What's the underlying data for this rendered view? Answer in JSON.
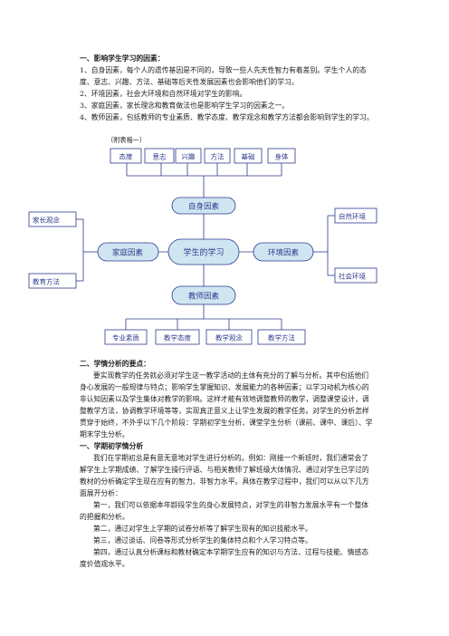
{
  "section1": {
    "heading": "一、影响学生学习的因素：",
    "items": [
      "1、自身因素，每个人的遗传基因是不同的，导致一些人先天性智力有着差别。学生个人的态度、意志、兴趣、方法、基础等后天性发展因素也会影响他们的学习。",
      "2、环境因素，社会大环境和自然环境对学生的影响。",
      "3、家庭因素，家长理念和教育做法也是影响学生学习的因素之一。",
      "4、教师因素，包括教师的专业素质、教学态度、教学观念和教学方法都会影响到学生的学习。"
    ],
    "attachment_note": "（附表格一）"
  },
  "diagram": {
    "top_row": [
      "态度",
      "意志",
      "兴趣",
      "方法",
      "基础",
      "身体"
    ],
    "self_factor": "自身因素",
    "center": "学生的学习",
    "family_factor": "家庭因素",
    "env_factor": "环境因素",
    "teacher_factor": "教师因素",
    "left_top": "家长观念",
    "left_bottom": "教育方法",
    "right_top": "自然环境",
    "right_bottom": "社会环境",
    "bottom_row": [
      "专业素质",
      "教学态度",
      "教学观念",
      "教学方法"
    ],
    "colors": {
      "line": "#2d3a8c",
      "fill": "#cfe6f2",
      "text": "#2d3a8c"
    }
  },
  "section2": {
    "heading": "二、学情分析的要点：",
    "para": "要实现教学的任务就必须对学生这一教学活动的主体有充分的了解与分析。其中包括他们身心发展的一般规律与特点；影响学生掌握知识、发展能力的各种因素；以学习动机为核心的非认知因素以及学生集体对教学的影响。这样才能有效地调整教师的教学，调整课堂设计，调整教学方法，协调教学环境等等，实现真正意义上让学生发展的教学任务。对学生的分析怎样贯穿于始终，不外乎以下几个阶段：学期初学生分析、课堂学生分析（课前、课中、课后）、学期末学生分析。"
  },
  "section3": {
    "heading": "一、学期初学情分析",
    "para": "我们在学期初总是有意无意地对学生进行分析的。例如：刚接一个新班时，我们通常会了解学生上学期成绩、了解学生操行评语、与相关教师了解班级大体情况、通过对学生已学过的教材的分析确定学生现在应有的智力、非智力水平。具体在教学过程中，我们可以从以下几方面展开分析：",
    "items": [
      "第一，我们可以依据本年龄段学生的身心发展特点，对学生的非智力发展水平有一个整体的把握和分析。",
      "第二，通过对学生上学期的试卷分析等了解学生现有的知识技能水平。",
      "第三，通过谈话、问卷等形式分析学生的集体特点和个人学习特点等。",
      "第四，通过认真分析课标和教材确定本学期学生应有的知识与方法、过程与技能、情感态度价值观水平。"
    ]
  }
}
